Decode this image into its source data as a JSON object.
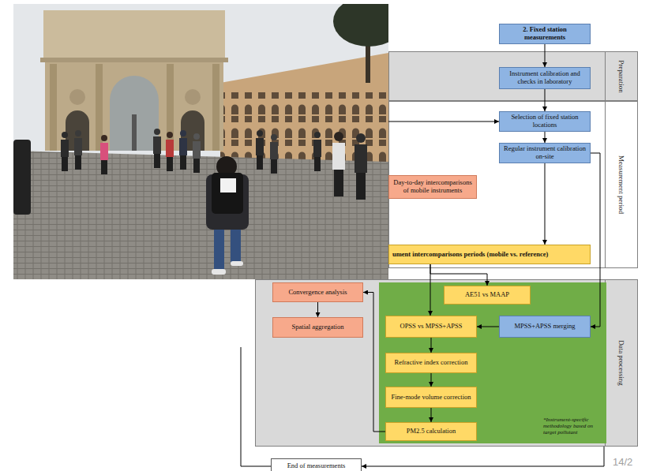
{
  "diagram": {
    "nodes": [
      {
        "text": [
          "2. Fixed station measurements"
        ]
      },
      {
        "text": [
          "Preparation"
        ]
      },
      {
        "text": [
          "Instrument calibration and checks in laboratory"
        ],
        "in": 1
      },
      {
        "text": [
          "Measurement period"
        ]
      },
      {
        "text": [
          "Selection of fixed station locations"
        ],
        "in": 3
      },
      {
        "text": [
          "Regular instrument calibration on-site"
        ],
        "in": 3
      },
      {
        "text": [
          "Day-to-day intercomparisons of mobile instruments"
        ],
        "in": 3
      },
      {
        "text": [
          "ument intercomparisons periods (mobile vs. reference)"
        ],
        "in": 3
      },
      {
        "text": [
          "Data processing"
        ]
      },
      {
        "text": [
          "*Instrument-specific methodology based on target pollutant"
        ],
        "in": 8
      },
      {
        "text": [
          "Convergence analysis"
        ],
        "in": 8
      },
      {
        "text": [
          "Spatial aggregation"
        ],
        "in": 8
      },
      {
        "text": [
          "AE51 vs MAAP"
        ],
        "in": 9
      },
      {
        "text": [
          "OPSS vs MPSS+APSS"
        ],
        "in": 9
      },
      {
        "text": [
          "MPSS+APSS merging"
        ],
        "in": 9
      },
      {
        "text": [
          "Refractive index correction"
        ],
        "in": 9
      },
      {
        "text": [
          "Fine-mode volume correction"
        ],
        "in": 9
      },
      {
        "text": [
          "PM2.5 calculation"
        ],
        "in": 9
      },
      {
        "text": [
          "End of measurements"
        ]
      }
    ],
    "edges": [
      {
        "from": 0,
        "to": 2,
        "arrow": "to"
      },
      {
        "from": 2,
        "to": 4,
        "arrow": "to"
      },
      {
        "from": 4,
        "to": 5,
        "arrow": "to"
      },
      {
        "from": 5,
        "to": 7,
        "arrow": "to"
      },
      {
        "from": 5,
        "to": 14,
        "arrow": "to"
      },
      {
        "from": 7,
        "to": 12,
        "arrow": "to"
      },
      {
        "from": 7,
        "to": 13,
        "arrow": "to"
      },
      {
        "from": 14,
        "to": 13,
        "arrow": "to"
      },
      {
        "from": 13,
        "to": 15,
        "arrow": "to"
      },
      {
        "from": 15,
        "to": 16,
        "arrow": "to"
      },
      {
        "from": 16,
        "to": 17,
        "arrow": "to"
      },
      {
        "from": 17,
        "to": 10,
        "arrow": "to"
      },
      {
        "from": 10,
        "to": 11,
        "arrow": "to"
      }
    ],
    "labels": [
      "14/2"
    ]
  }
}
